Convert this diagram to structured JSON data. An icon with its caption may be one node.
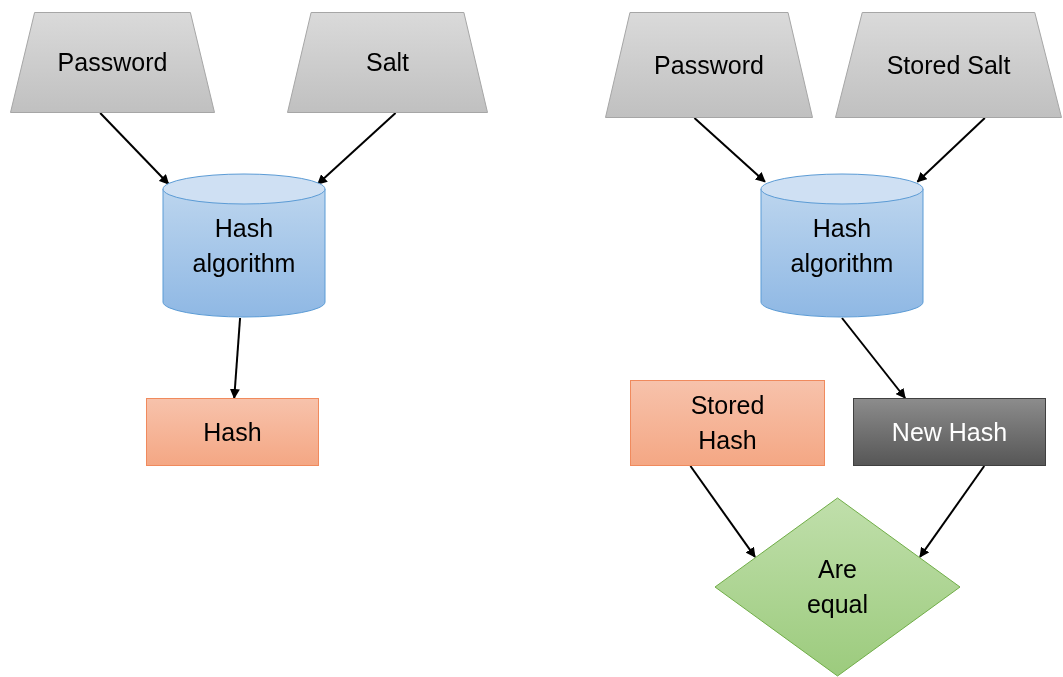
{
  "diagram": {
    "nodes": [
      {
        "text": [
          "Password"
        ]
      },
      {
        "text": [
          "Salt"
        ]
      },
      {
        "text": [
          "Hash algorithm"
        ]
      },
      {
        "text": [
          "Hash"
        ]
      },
      {
        "text": [
          "Password"
        ]
      },
      {
        "text": [
          "Stored Salt"
        ]
      },
      {
        "text": [
          "Hash algorithm"
        ]
      },
      {
        "text": [
          "Stored Hash"
        ]
      },
      {
        "text": [
          "New Hash"
        ]
      },
      {
        "text": [
          "Are equal"
        ]
      }
    ],
    "edges": [
      {
        "from": 0,
        "to": 2,
        "arrow": "to"
      },
      {
        "from": 1,
        "to": 2,
        "arrow": "to"
      },
      {
        "from": 2,
        "to": 3,
        "arrow": "to"
      },
      {
        "from": 4,
        "to": 6,
        "arrow": "to"
      },
      {
        "from": 5,
        "to": 6,
        "arrow": "to"
      },
      {
        "from": 6,
        "to": 8,
        "arrow": "to"
      },
      {
        "from": 7,
        "to": 9,
        "arrow": "to"
      },
      {
        "from": 8,
        "to": 9,
        "arrow": "to"
      }
    ]
  }
}
